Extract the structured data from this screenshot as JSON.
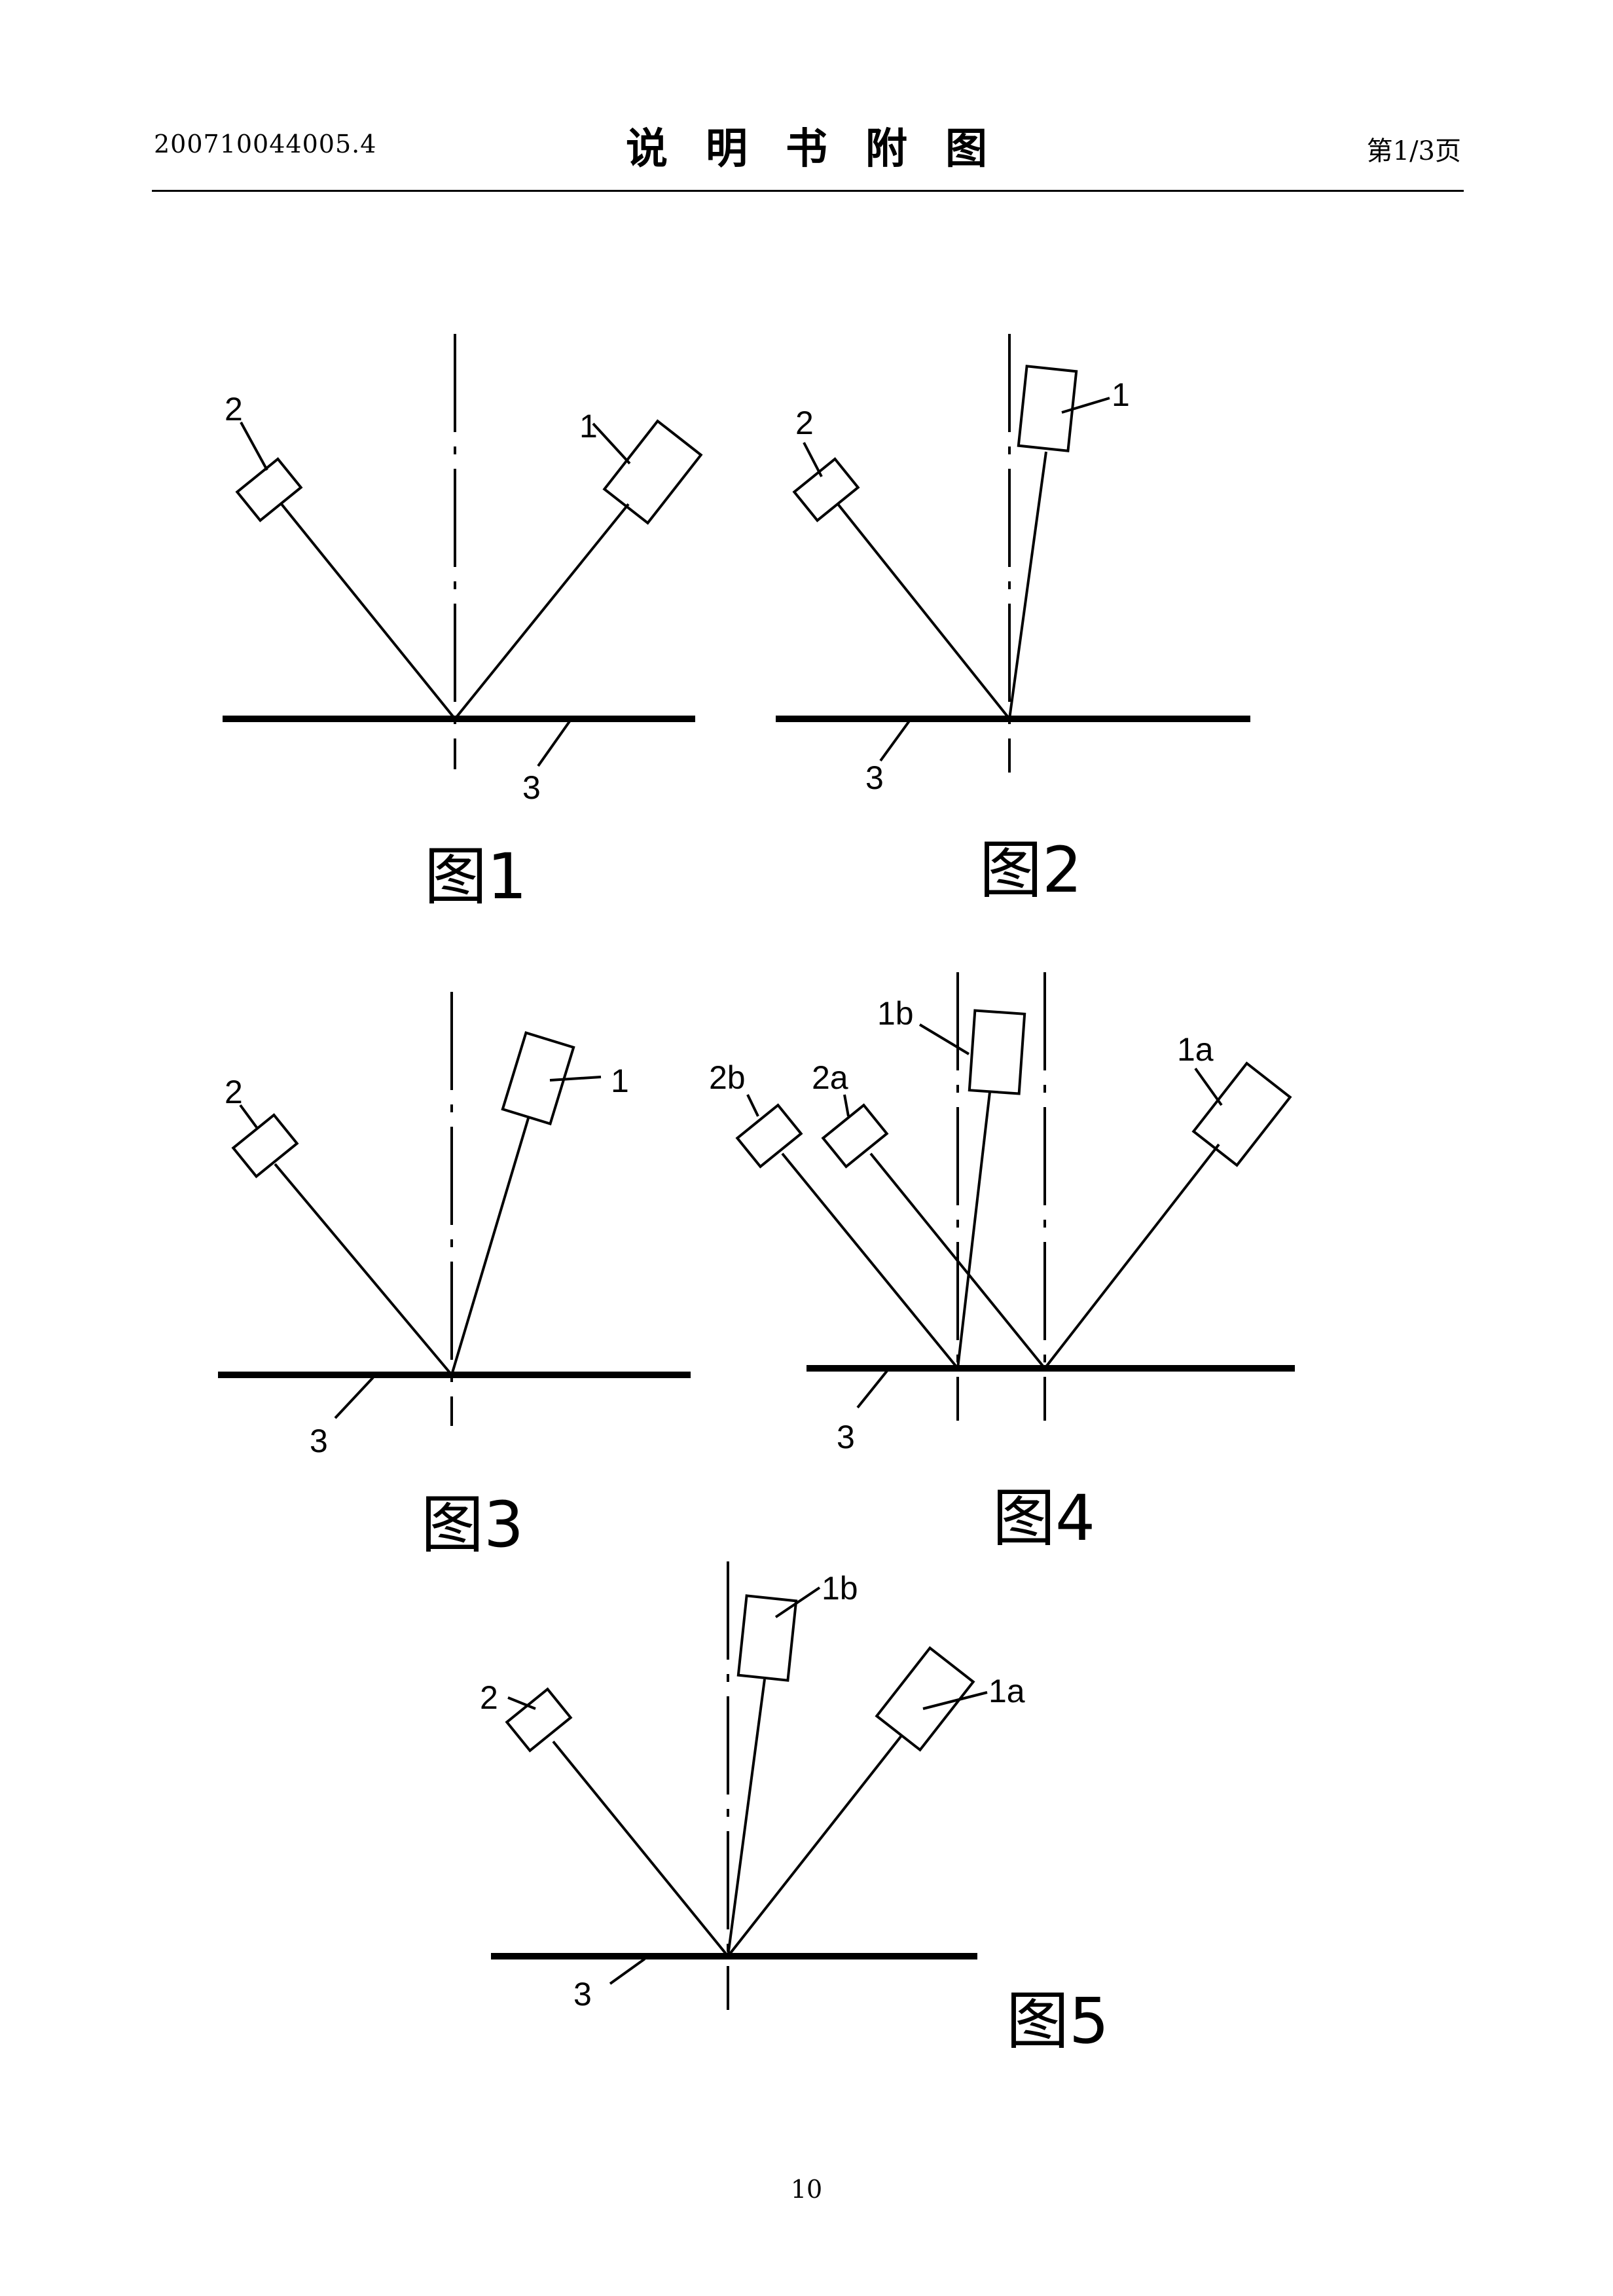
{
  "header": {
    "doc_number": "200710044005.4",
    "title": "说明书附图",
    "page_label": "第1/3页"
  },
  "footer": {
    "page_number": "10"
  },
  "figures": [
    {
      "caption": "图1",
      "labels": {
        "sensor": "1",
        "detector": "2",
        "surface": "3"
      }
    },
    {
      "caption": "图2",
      "labels": {
        "sensor": "1",
        "detector": "2",
        "surface": "3"
      }
    },
    {
      "caption": "图3",
      "labels": {
        "sensor": "1",
        "detector": "2",
        "surface": "3"
      }
    },
    {
      "caption": "图4",
      "labels": {
        "sensor_b": "1b",
        "sensor_a": "1a",
        "detector_b": "2b",
        "detector_a": "2a",
        "surface": "3"
      }
    },
    {
      "caption": "图5",
      "labels": {
        "sensor_b": "1b",
        "sensor_a": "1a",
        "detector": "2",
        "surface": "3"
      }
    }
  ]
}
